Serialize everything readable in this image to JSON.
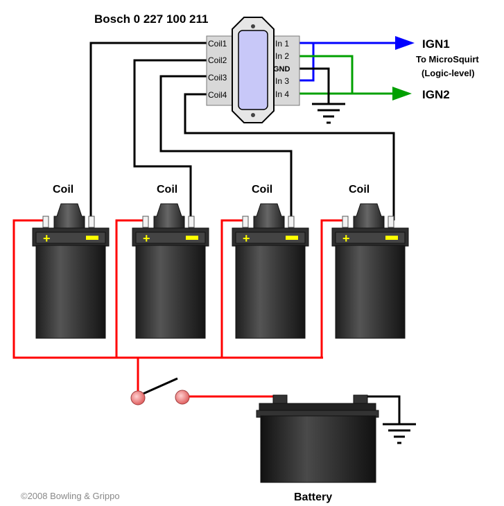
{
  "title": "Bosch 0 227 100 211",
  "module": {
    "left_pins": [
      "Coil1",
      "Coil2",
      "Coil3",
      "Coil4"
    ],
    "right_pins": [
      "In 1",
      "In 2",
      "GND",
      "In 3",
      "In 4"
    ]
  },
  "outputs": {
    "ign1": "IGN1",
    "ign2": "IGN2",
    "note_line1": "To MicroSquirt",
    "note_line2": "(Logic-level)"
  },
  "coils": [
    {
      "label": "Coil"
    },
    {
      "label": "Coil"
    },
    {
      "label": "Coil"
    },
    {
      "label": "Coil"
    }
  ],
  "battery_label": "Battery",
  "copyright": "©2008 Bowling & Grippo",
  "colors": {
    "red_wire": "#ff0000",
    "black_wire": "#000000",
    "blue_wire": "#0000ff",
    "green_wire": "#00a000",
    "module_body": "#d8d8d8",
    "module_core": "#c8c8f8",
    "coil_body": "#3a3a3a",
    "terminal_yellow": "#ffff00",
    "switch_contact": "#f08080"
  },
  "icons": [
    "ground-icon",
    "switch-icon",
    "battery-icon",
    "coil-icon"
  ]
}
